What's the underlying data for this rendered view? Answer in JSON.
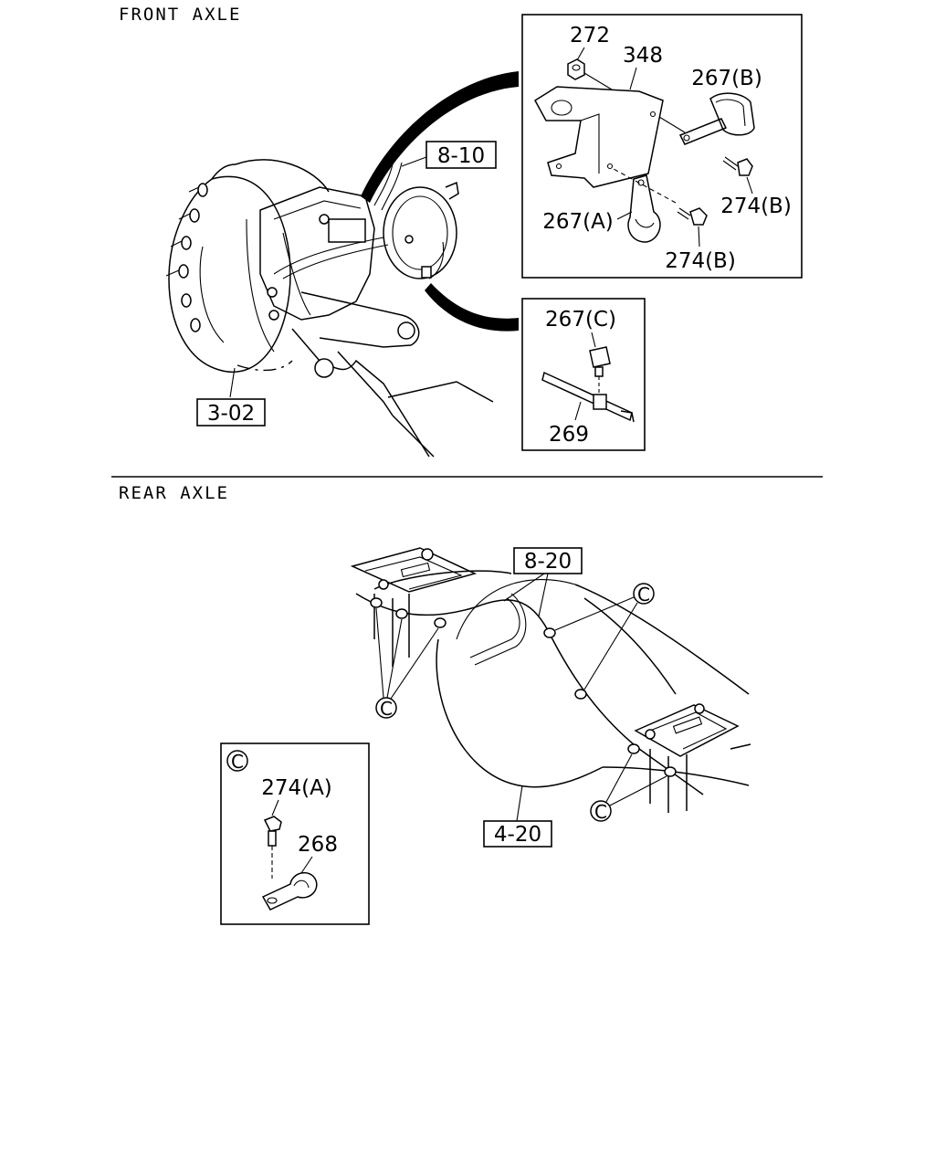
{
  "sections": {
    "front_title": "FRONT AXLE",
    "rear_title": "REAR AXLE"
  },
  "front": {
    "refs": {
      "hub": "3-02",
      "chamber": "8-10"
    },
    "detail_bracket": {
      "nut": "272",
      "bracket": "348",
      "clip_b": "267(B)",
      "bolt_b_upper": "274(B)",
      "clip_a": "267(A)",
      "bolt_b_lower": "274(B)"
    },
    "detail_tie": {
      "clip_c": "267(C)",
      "tie": "269"
    }
  },
  "rear": {
    "refs": {
      "hose": "8-20",
      "axle": "4-20"
    },
    "callout_letter": "C",
    "detail_c": {
      "letter": "C",
      "bolt": "274(A)",
      "clip": "268"
    }
  }
}
